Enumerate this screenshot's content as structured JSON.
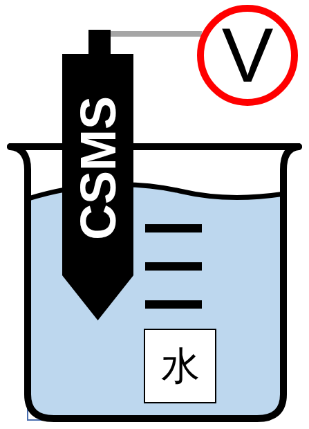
{
  "diagram": {
    "nodes": [
      {
        "text": [
          "CSMS"
        ]
      },
      {
        "text": [
          "V"
        ]
      },
      {
        "text": [
          "水"
        ]
      }
    ],
    "edges": [
      {
        "from": 0,
        "to": 1,
        "arrow": "none"
      }
    ]
  }
}
